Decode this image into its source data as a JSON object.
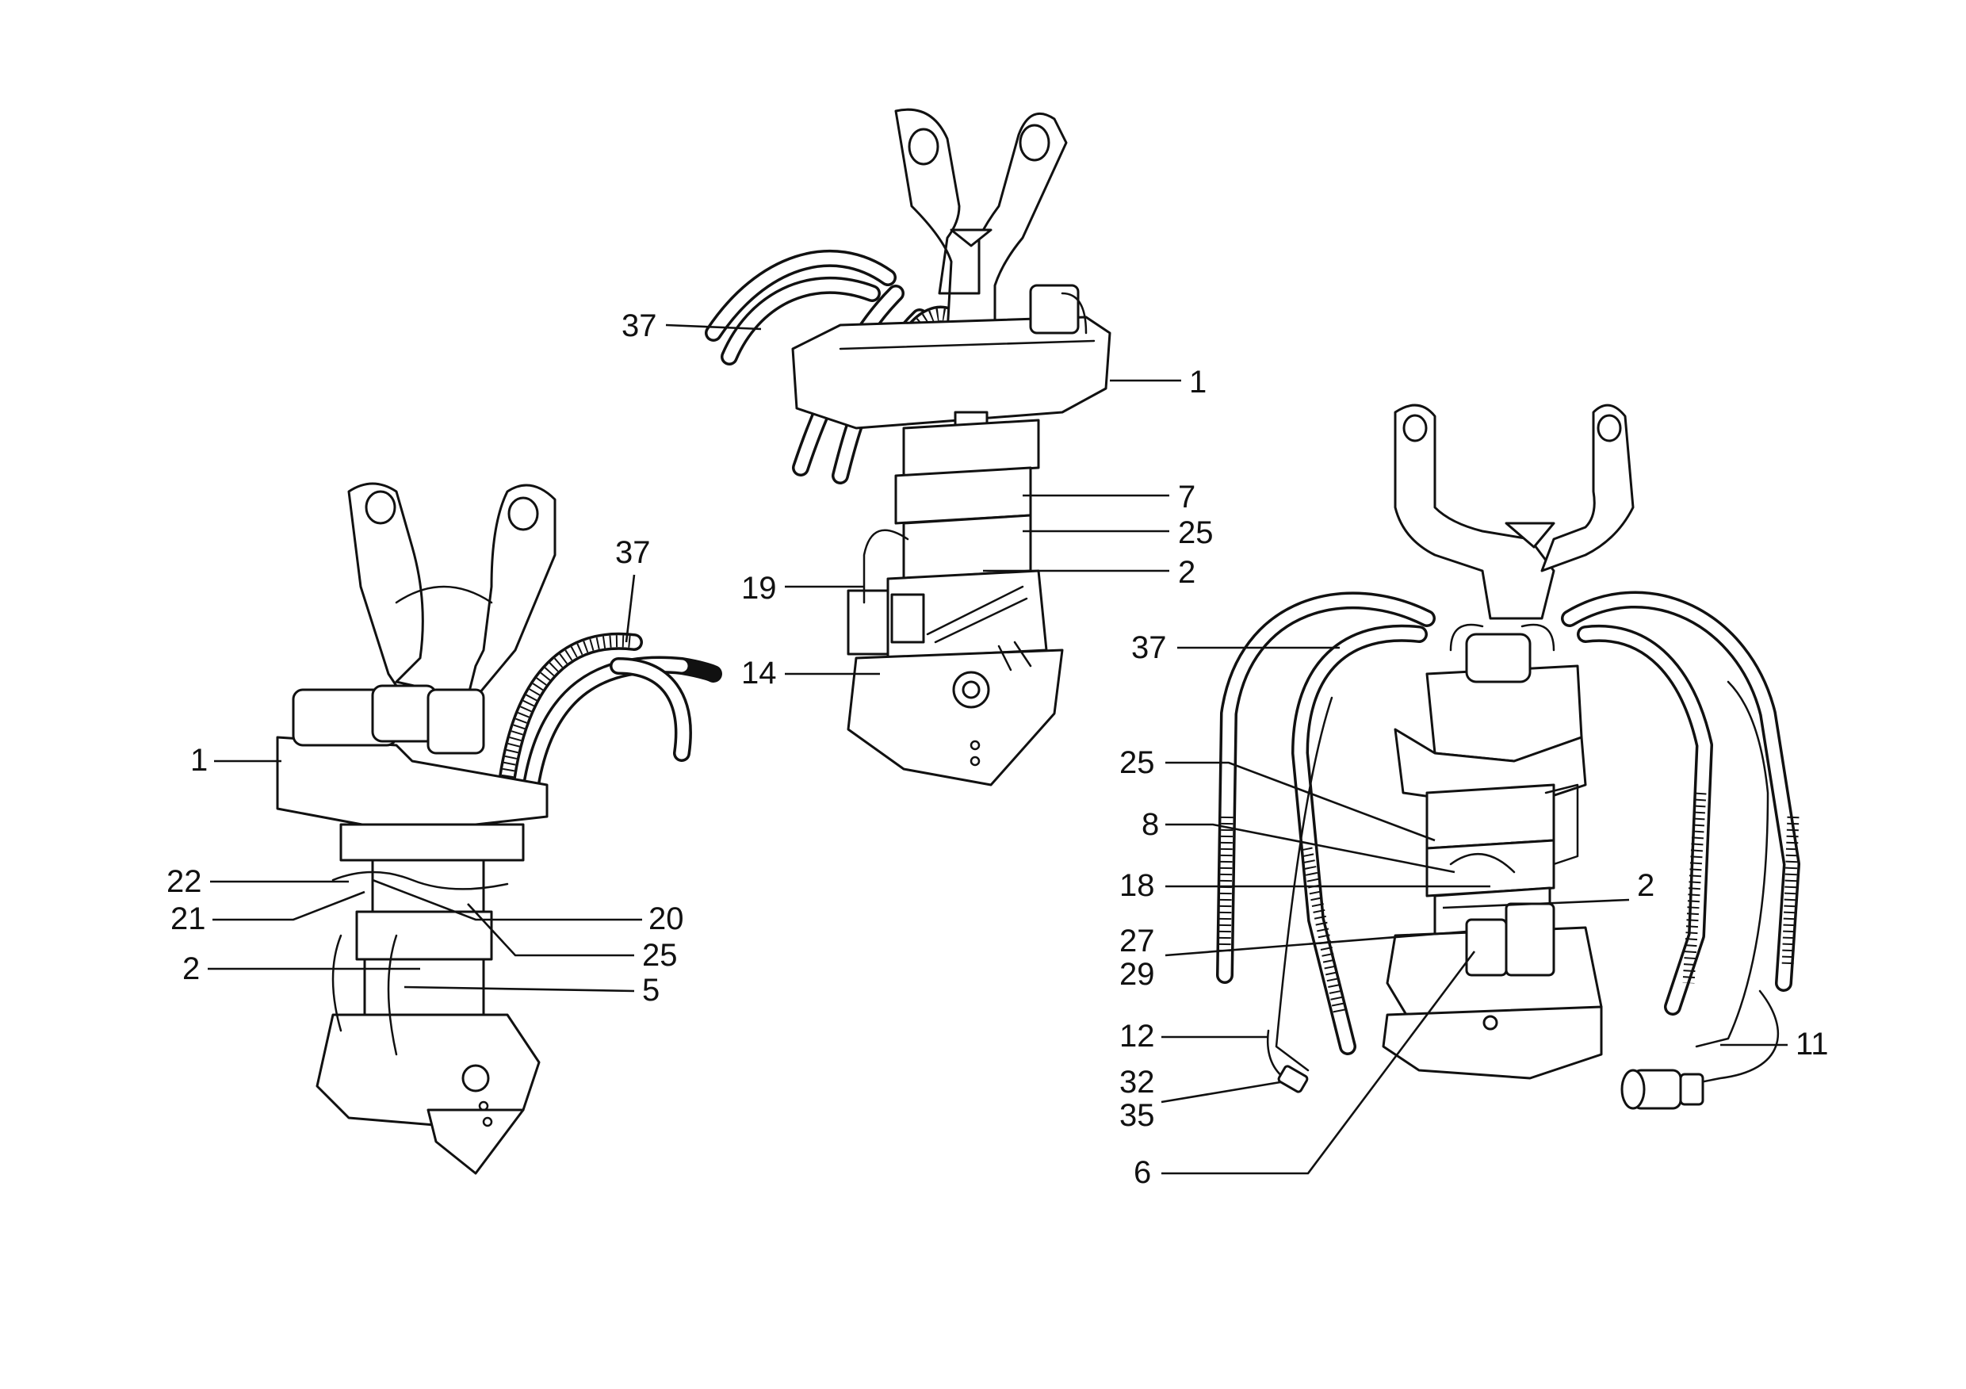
{
  "callouts": {
    "top": {
      "c37": "37",
      "c1": "1",
      "c7": "7",
      "c25": "25",
      "c2": "2",
      "c19": "19",
      "c14": "14"
    },
    "left": {
      "c37": "37",
      "c1": "1",
      "c22": "22",
      "c21": "21",
      "c2": "2",
      "c20": "20",
      "c25": "25",
      "c5": "5"
    },
    "right": {
      "c37": "37",
      "c25": "25",
      "c8": "8",
      "c18": "18",
      "c2": "2",
      "c27": "27",
      "c29": "29",
      "c12": "12",
      "c32": "32",
      "c35": "35",
      "c6": "6",
      "c11": "11"
    }
  },
  "colors": {
    "ink": "#111111",
    "paper": "#ffffff"
  }
}
